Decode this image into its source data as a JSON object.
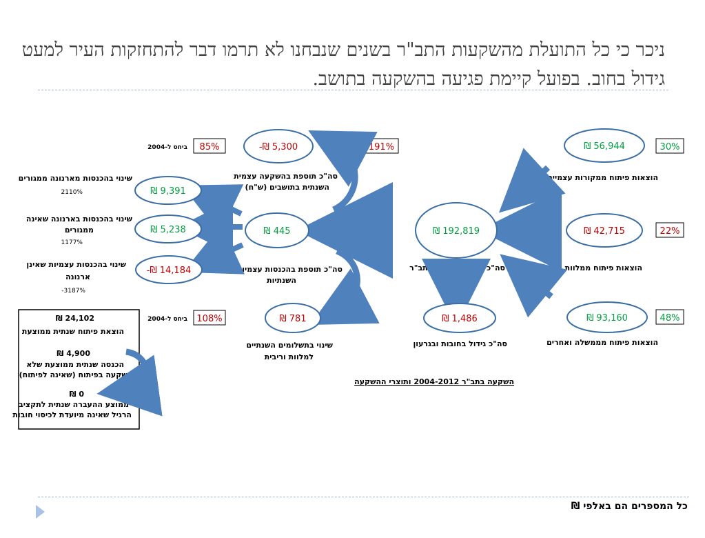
{
  "title": "ניכר כי כל התועלת מהשקעות התב\"ר בשנים שנבחנו לא תרמו דבר להתחזקות העיר למעט גידול בחוב. בפועל קיימת פגיעה בהשקעה בתושב.",
  "footer_note": "כל המספרים הם באלפי ₪",
  "caption": "השקעה בתב\"ר 2004-2012 ותוצרי ההשקעה",
  "colors": {
    "green": "#00a040",
    "red": "#c00000",
    "arrow": "#4f81bd",
    "ellipse_border": "#3a6ea5"
  },
  "sources": [
    {
      "value": "₪ 56,944",
      "label": "הוצאות פיתוח ממקורות עצמיים",
      "percent": "30%"
    },
    {
      "value": "₪ 42,715",
      "label": "הוצאות פיתוח ממלוות",
      "percent": "22%"
    },
    {
      "value": "₪ 93,160",
      "label": "הוצאות פיתוח מממשלה ואחרים",
      "percent": "48%"
    }
  ],
  "total": {
    "value": "₪ 192,819",
    "label": "סה\"כ הוצאות פיתוח בתב\"ר"
  },
  "debt": {
    "value": "₪ 1,486",
    "label": "סה\"כ גידול בחובות ובגרעון"
  },
  "self_income": {
    "value": "₪ 445",
    "label_line1": "סה\"כ תוספת בהכנסות עצמיות",
    "label_line2": "השנתיות"
  },
  "resident_investment": {
    "value": "-₪ 5,300",
    "label_line1": "סה\"כ תוספת בהשקעה עצמית",
    "label_line2": "השנתית בתושבים (ש\"ח)",
    "percent_box": "-1191%",
    "vs_box": "85%",
    "vs_label": "ביחס ל-2004"
  },
  "payments": {
    "value": "₪ 781",
    "label_line1": "שינוי בתשלומים השנתיים",
    "label_line2": "למלוות וריבית",
    "vs_box": "108%",
    "vs_label": "ביחס ל-2004"
  },
  "income_changes": [
    {
      "value": "₪ 9,391",
      "label_line1": "שינוי בהכנסות מארנונה ממגורים",
      "label_line2": "",
      "percent": "2110%"
    },
    {
      "value": "₪ 5,238",
      "label_line1": "שינוי בהכנסות בארנונה שאינה",
      "label_line2": "ממגורים",
      "percent": "1177%"
    },
    {
      "value": "-₪ 14,184",
      "label_line1": "שינוי בהכנסות עצמיות שאינן",
      "label_line2": "ארנונה",
      "percent": "-3187%"
    }
  ],
  "info_box": {
    "v1": "₪ 24,102",
    "l1": "הוצאת פיתוח שנתית ממוצעת",
    "v2": "₪ 4,900",
    "l2a": "הכנסה שנתית ממוצעת שלא",
    "l2b": "הושקעה בפיתוח (שאינה לפיתוח)",
    "v3": "₪ 0",
    "l3a": "ממוצע ההעברה שנתית לתקציב",
    "l3b": "הרגיל שאינה מיועדת לכיסוי חובות"
  }
}
